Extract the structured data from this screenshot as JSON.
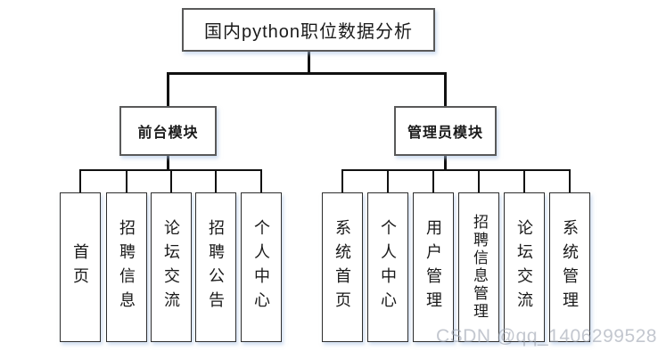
{
  "diagram": {
    "title": "国内python职位数据分析",
    "watermark": "CSDN @qq_1406299528",
    "colors": {
      "background": "#ffffff",
      "connector_line": "#111111",
      "box_border_header": "#595959",
      "box_border_leaf": "#2e2e2e",
      "box_fill": "#ffffff",
      "box_shadow": "#aac3e6",
      "watermark_text": "#9ba2af",
      "text": "#1a1a1a"
    },
    "modules": [
      {
        "label": "前台模块",
        "children": [
          "首页",
          "招聘信息",
          "论坛交流",
          "招聘公告",
          "个人中心"
        ]
      },
      {
        "label": "管理员模块",
        "children": [
          "系统首页",
          "个人中心",
          "用户管理",
          "招聘信息管理",
          "论坛交流",
          "系统管理"
        ]
      }
    ]
  }
}
